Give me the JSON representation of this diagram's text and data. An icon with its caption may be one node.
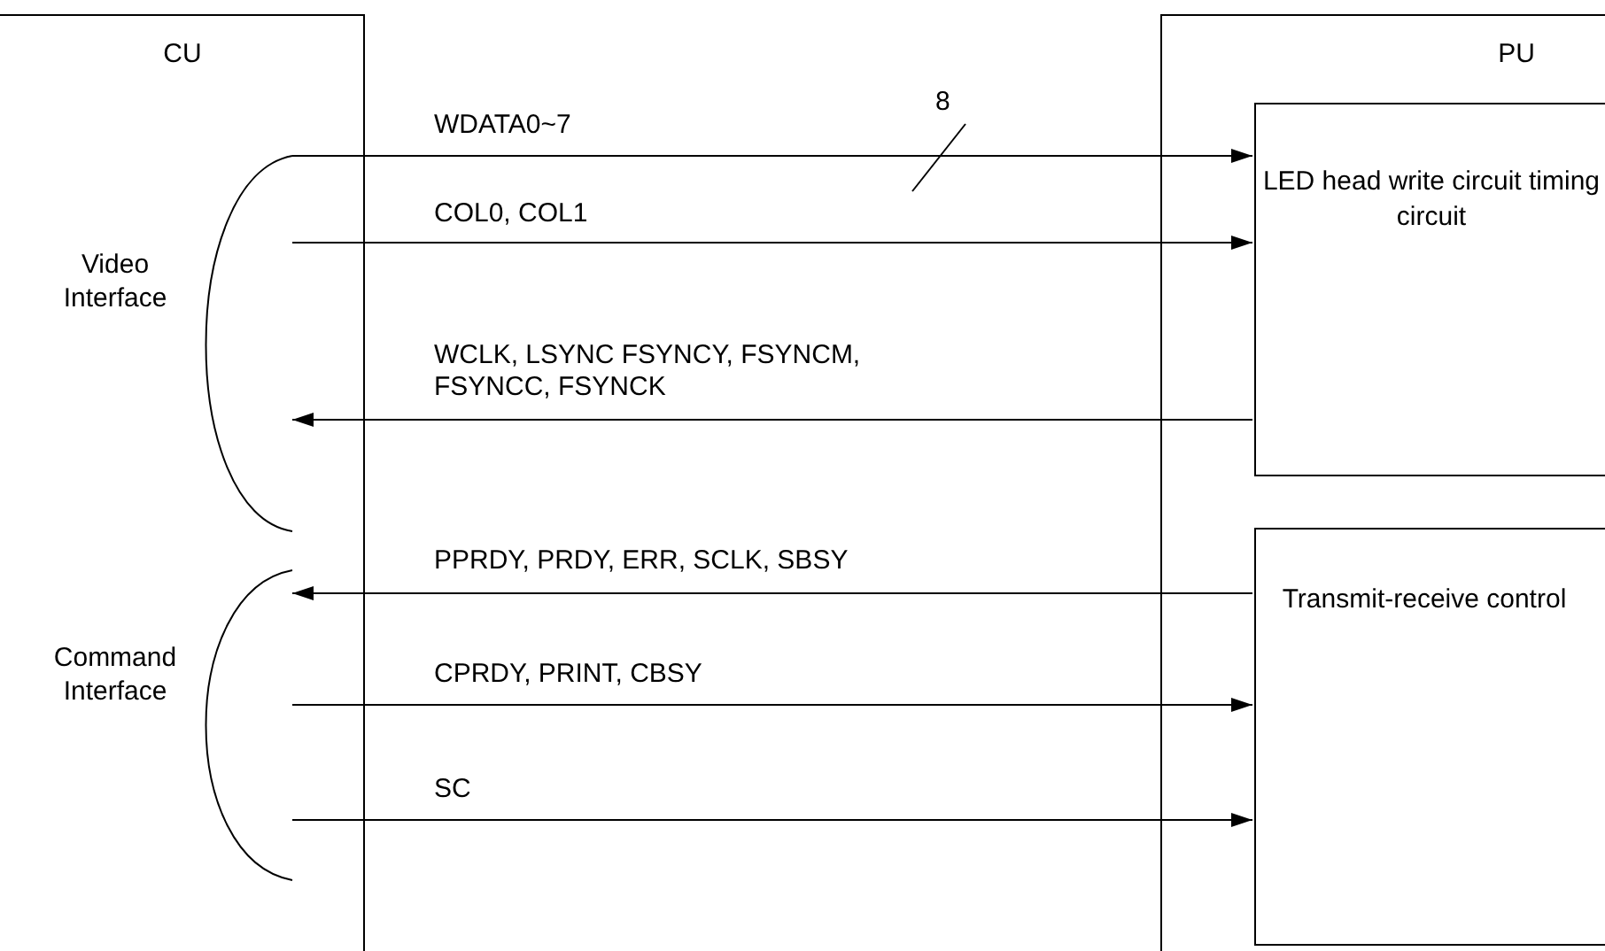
{
  "diagram": {
    "nodes": [
      {
        "text": [
          "CU"
        ]
      },
      {
        "text": [
          "PU"
        ]
      },
      {
        "text": [
          "LED head write circuit timing circuit"
        ],
        "in": 1
      },
      {
        "text": [
          "Transmit-receive control"
        ],
        "in": 1
      }
    ],
    "edges": [
      {
        "from": 0,
        "to": 2,
        "arrow": "to",
        "label": "WDATA0~7"
      },
      {
        "from": 0,
        "to": 2,
        "arrow": "to",
        "label": "COL0, COL1"
      },
      {
        "from": 2,
        "to": 0,
        "arrow": "to",
        "label": "WCLK, LSYNC FSYNCY, FSYNCM, FSYNCC, FSYNCK"
      },
      {
        "from": 3,
        "to": 0,
        "arrow": "to",
        "label": "PPRDY, PRDY, ERR, SCLK, SBSY"
      },
      {
        "from": 0,
        "to": 3,
        "arrow": "to",
        "label": "CPRDY, PRINT, CBSY"
      },
      {
        "from": 0,
        "to": 3,
        "arrow": "to",
        "label": "SC"
      }
    ],
    "labels": [
      "8",
      "Video Interface",
      "Command Interface"
    ]
  }
}
